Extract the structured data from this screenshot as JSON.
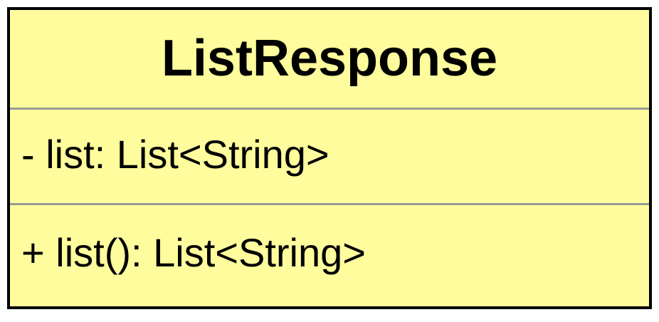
{
  "class_box": {
    "name": "ListResponse",
    "attributes": [
      "- list: List<String>"
    ],
    "operations": [
      "+ list(): List<String>"
    ]
  },
  "colors": {
    "fill": "#fefc9c",
    "border": "#000000",
    "divider": "#9a9a9a"
  }
}
